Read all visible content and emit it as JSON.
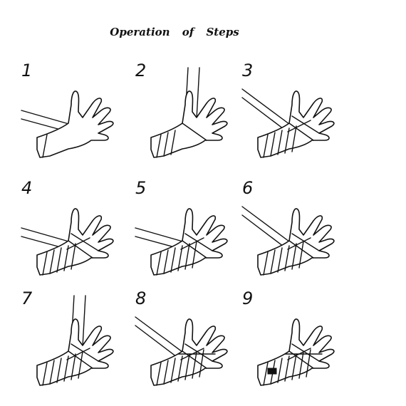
{
  "title": "Operation of Steps",
  "steps": [
    {
      "number": "1",
      "wraps": 1,
      "strap": "left"
    },
    {
      "number": "2",
      "wraps": 3,
      "strap": "up"
    },
    {
      "number": "3",
      "wraps": 5,
      "strap": "left-diag"
    },
    {
      "number": "4",
      "wraps": 5,
      "strap": "left"
    },
    {
      "number": "5",
      "wraps": 6,
      "strap": "left"
    },
    {
      "number": "6",
      "wraps": 6,
      "strap": "left-diag"
    },
    {
      "number": "7",
      "wraps": 6,
      "strap": "up"
    },
    {
      "number": "8",
      "wraps": 7,
      "strap": "left-diag"
    },
    {
      "number": "9",
      "wraps": 7,
      "strap": "none"
    }
  ]
}
